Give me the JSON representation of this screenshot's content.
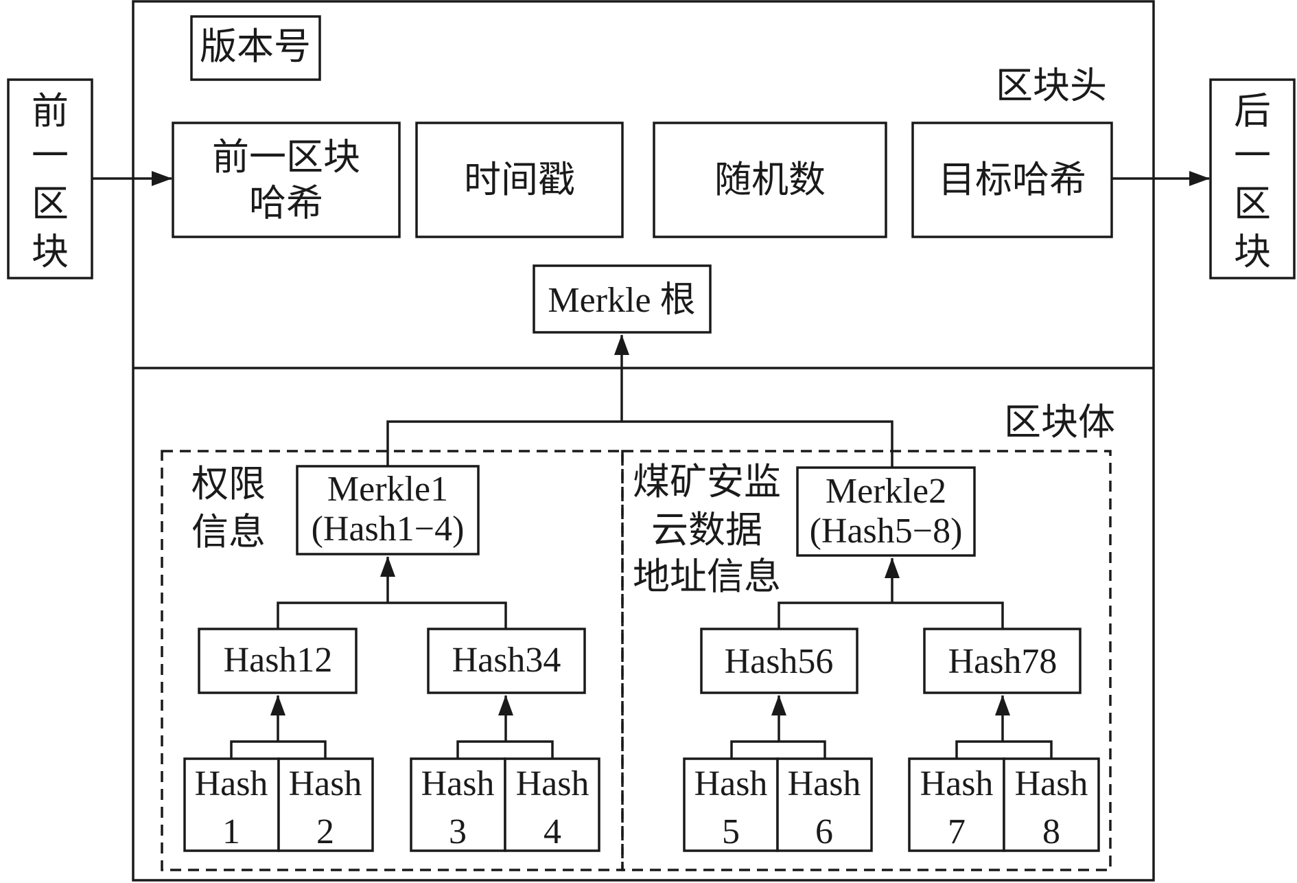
{
  "prev_block": [
    "前",
    "一",
    "区",
    "块"
  ],
  "next_block": [
    "后",
    "一",
    "区",
    "块"
  ],
  "header": {
    "label": "区块头",
    "version": "版本号",
    "prev_hash": [
      "前一区块",
      "哈希"
    ],
    "timestamp": "时间戳",
    "nonce": "随机数",
    "target_hash": "目标哈希",
    "merkle_root": "Merkle 根"
  },
  "body": {
    "label": "区块体",
    "group1_label": [
      "权限",
      "信息"
    ],
    "group2_label": [
      "煤矿安监",
      "云数据",
      "地址信息"
    ],
    "merkle1": [
      "Merkle1",
      "(Hash1−4)"
    ],
    "merkle2": [
      "Merkle2",
      "(Hash5−8)"
    ],
    "hash12": "Hash12",
    "hash34": "Hash34",
    "hash56": "Hash56",
    "hash78": "Hash78",
    "leaves": [
      [
        "Hash",
        "1"
      ],
      [
        "Hash",
        "2"
      ],
      [
        "Hash",
        "3"
      ],
      [
        "Hash",
        "4"
      ],
      [
        "Hash",
        "5"
      ],
      [
        "Hash",
        "6"
      ],
      [
        "Hash",
        "7"
      ],
      [
        "Hash",
        "8"
      ]
    ]
  }
}
